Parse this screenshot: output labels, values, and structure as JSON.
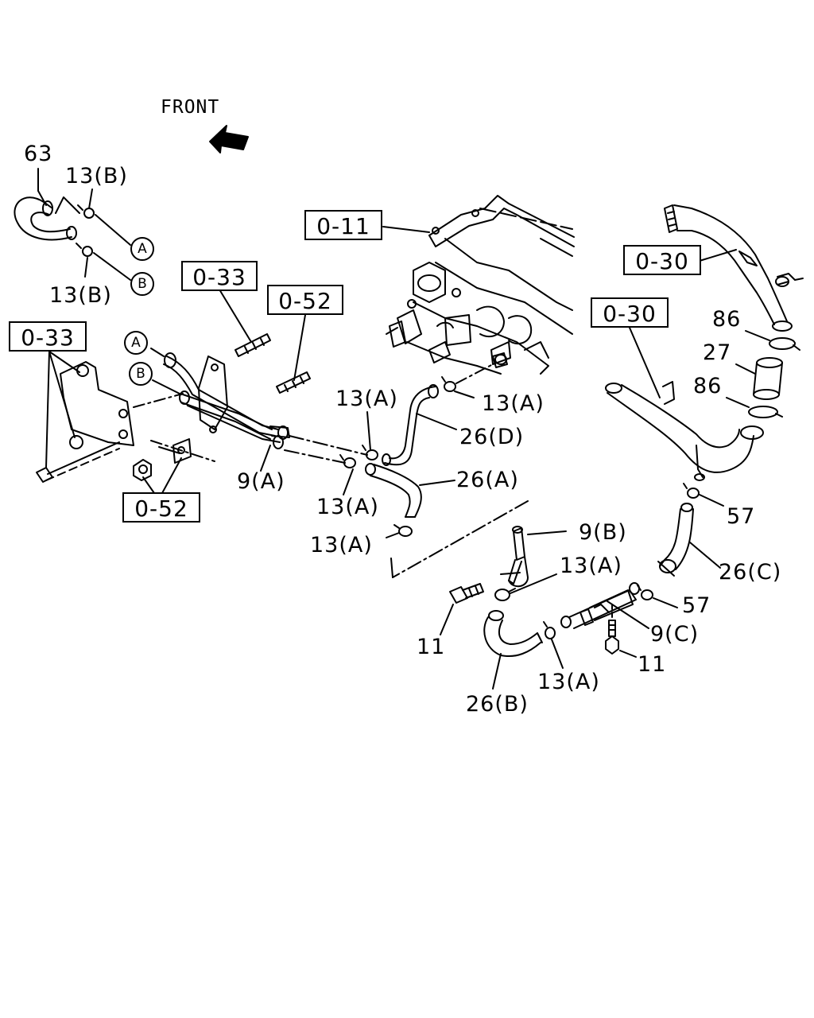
{
  "front_label": "FRONT",
  "reference_boxes": [
    {
      "id": "ref-0-11",
      "text": "0-11"
    },
    {
      "id": "ref-0-33-top",
      "text": "0-33"
    },
    {
      "id": "ref-0-52-top",
      "text": "0-52"
    },
    {
      "id": "ref-0-33-left",
      "text": "0-33"
    },
    {
      "id": "ref-0-52-bottom",
      "text": "0-52"
    },
    {
      "id": "ref-0-30-top",
      "text": "0-30"
    },
    {
      "id": "ref-0-30-mid",
      "text": "0-30"
    }
  ],
  "circle_markers": [
    {
      "id": "marker-a-right",
      "text": "A"
    },
    {
      "id": "marker-b-right",
      "text": "B"
    },
    {
      "id": "marker-a-left",
      "text": "A"
    },
    {
      "id": "marker-b-left",
      "text": "B"
    }
  ],
  "part_labels": [
    {
      "id": "label-63",
      "text": "63"
    },
    {
      "id": "label-13b-top",
      "text": "13(B)"
    },
    {
      "id": "label-13b-bottom",
      "text": "13(B)"
    },
    {
      "id": "label-9a",
      "text": "9(A)"
    },
    {
      "id": "label-13a-1",
      "text": "13(A)"
    },
    {
      "id": "label-13a-2",
      "text": "13(A)"
    },
    {
      "id": "label-26d",
      "text": "26(D)"
    },
    {
      "id": "label-26a",
      "text": "26(A)"
    },
    {
      "id": "label-13a-3",
      "text": "13(A)"
    },
    {
      "id": "label-13a-4",
      "text": "13(A)"
    },
    {
      "id": "label-9b",
      "text": "9(B)"
    },
    {
      "id": "label-13a-5",
      "text": "13(A)"
    },
    {
      "id": "label-11-left",
      "text": "11"
    },
    {
      "id": "label-26b",
      "text": "26(B)"
    },
    {
      "id": "label-13a-6",
      "text": "13(A)"
    },
    {
      "id": "label-9c",
      "text": "9(C)"
    },
    {
      "id": "label-11-right",
      "text": "11"
    },
    {
      "id": "label-57-top",
      "text": "57"
    },
    {
      "id": "label-57-bottom",
      "text": "57"
    },
    {
      "id": "label-26c",
      "text": "26(C)"
    },
    {
      "id": "label-86-top",
      "text": "86"
    },
    {
      "id": "label-27",
      "text": "27"
    },
    {
      "id": "label-86-bottom",
      "text": "86"
    }
  ]
}
